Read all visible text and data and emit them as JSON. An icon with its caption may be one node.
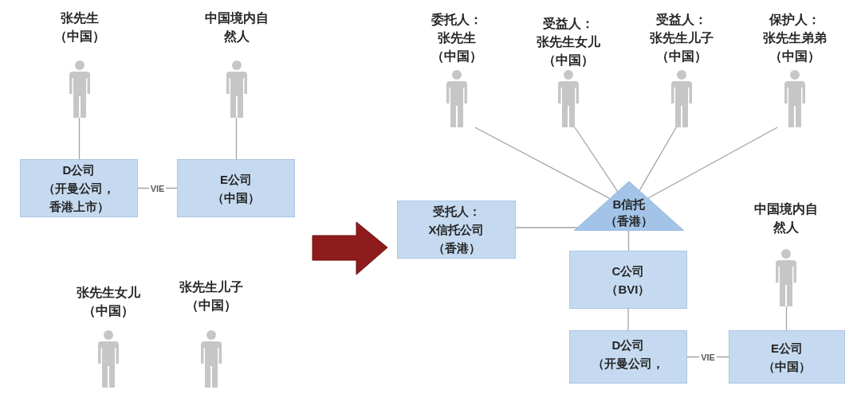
{
  "diagram": {
    "nodes": [
      {
        "text": [
          "张先生",
          "（中国）"
        ]
      },
      {
        "text": [
          "中国境内自然人"
        ]
      },
      {
        "text": [
          "D公司",
          "（开曼公司，香港上市）"
        ]
      },
      {
        "text": [
          "E公司",
          "（中国）"
        ]
      },
      {
        "text": [
          "张先生女儿",
          "（中国）"
        ]
      },
      {
        "text": [
          "张先生儿子",
          "（中国）"
        ]
      },
      {
        "text": [
          "委托人：",
          "张先生",
          "（中国）"
        ]
      },
      {
        "text": [
          "受益人：",
          "张先生女儿",
          "（中国）"
        ]
      },
      {
        "text": [
          "受益人：",
          "张先生儿子",
          "（中国）"
        ]
      },
      {
        "text": [
          "保护人：",
          "张先生弟弟",
          "（中国）"
        ]
      },
      {
        "text": [
          "受托人：",
          "X信托公司",
          "（香港）"
        ]
      },
      {
        "text": [
          "B信托",
          "（香港）"
        ]
      },
      {
        "text": [
          "中国境内自然人"
        ]
      },
      {
        "text": [
          "C公司",
          "（BVI）"
        ]
      },
      {
        "text": [
          "D公司",
          "（开曼公司，"
        ]
      },
      {
        "text": [
          "E公司",
          "（中国）"
        ]
      }
    ],
    "edges": [
      {
        "from": 0,
        "to": 2,
        "arrow": "none"
      },
      {
        "from": 1,
        "to": 3,
        "arrow": "none"
      },
      {
        "from": 2,
        "to": 3,
        "arrow": "none",
        "label": "VIE"
      },
      {
        "from": 6,
        "to": 11,
        "arrow": "none"
      },
      {
        "from": 7,
        "to": 11,
        "arrow": "none"
      },
      {
        "from": 8,
        "to": 11,
        "arrow": "none"
      },
      {
        "from": 9,
        "to": 11,
        "arrow": "none"
      },
      {
        "from": 10,
        "to": 11,
        "arrow": "none"
      },
      {
        "from": 11,
        "to": 13,
        "arrow": "none"
      },
      {
        "from": 12,
        "to": 15,
        "arrow": "none"
      },
      {
        "from": 13,
        "to": 14,
        "arrow": "none"
      },
      {
        "from": 14,
        "to": 15,
        "arrow": "none",
        "label": "VIE"
      }
    ]
  }
}
